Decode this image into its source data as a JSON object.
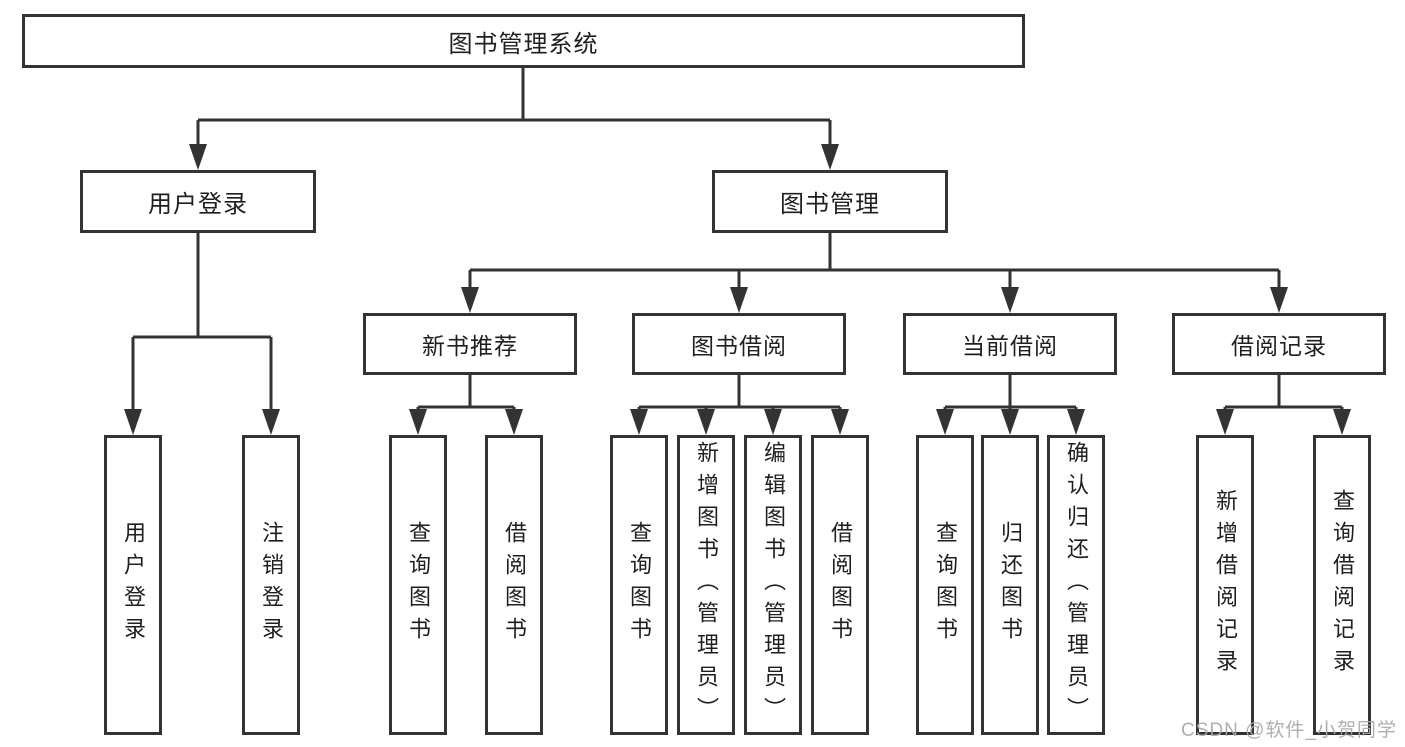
{
  "tree": {
    "label": "图书管理系统",
    "children": [
      {
        "label": "用户登录",
        "children": [
          {
            "label": "用户登录"
          },
          {
            "label": "注销登录"
          }
        ]
      },
      {
        "label": "图书管理",
        "children": [
          {
            "label": "新书推荐",
            "children": [
              {
                "label": "查询图书"
              },
              {
                "label": "借阅图书"
              }
            ]
          },
          {
            "label": "图书借阅",
            "children": [
              {
                "label": "查询图书"
              },
              {
                "label": "新增图书（管理员）"
              },
              {
                "label": "编辑图书（管理员）"
              },
              {
                "label": "借阅图书"
              }
            ]
          },
          {
            "label": "当前借阅",
            "children": [
              {
                "label": "查询图书"
              },
              {
                "label": "归还图书"
              },
              {
                "label": "确认归还（管理员）"
              }
            ]
          },
          {
            "label": "借阅记录",
            "children": [
              {
                "label": "新增借阅记录"
              },
              {
                "label": "查询借阅记录"
              }
            ]
          }
        ]
      }
    ]
  },
  "colors": {
    "line": "#333333",
    "text": "#1f1f1f",
    "background": "#ffffff",
    "watermark": "#a8a8a8"
  },
  "watermark": "CSDN @软件_小贺同学"
}
